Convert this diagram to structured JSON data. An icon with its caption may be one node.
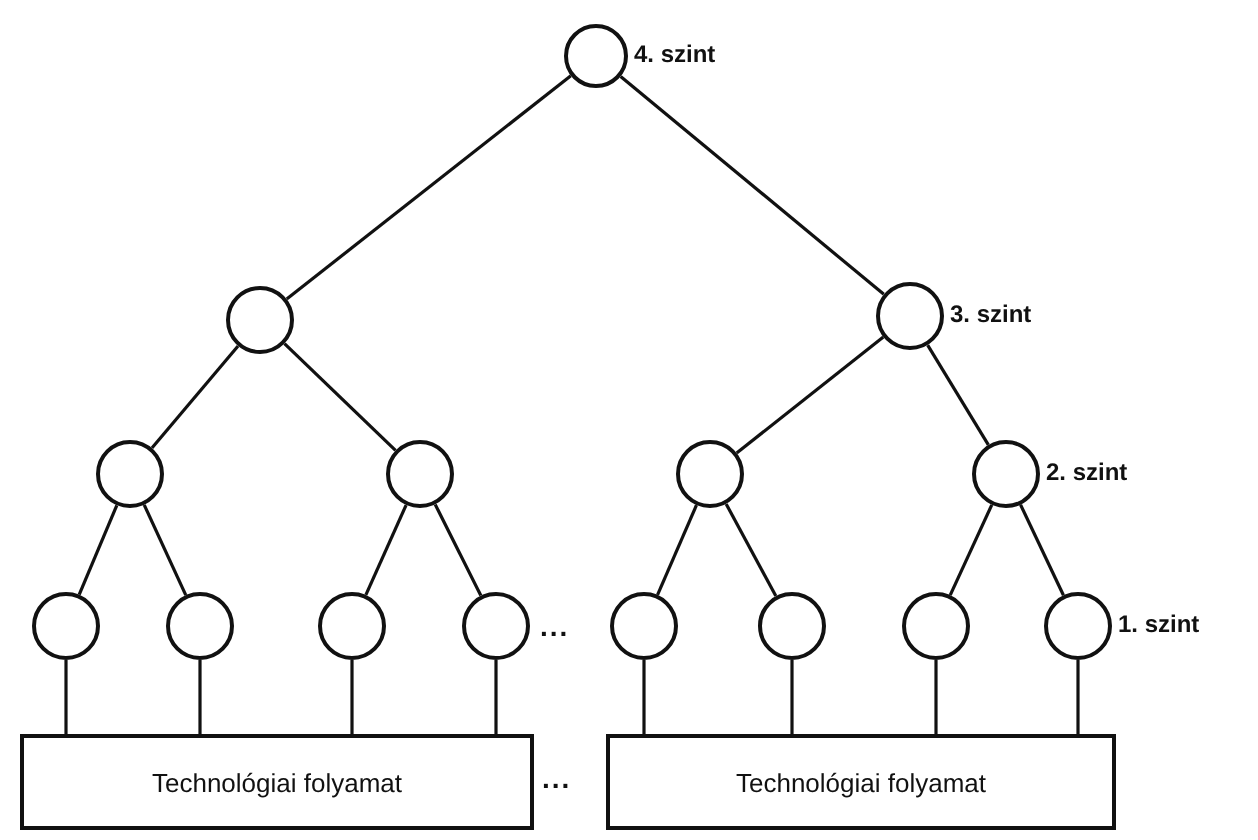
{
  "diagram": {
    "nodes": [
      {
        "text": [],
        "shape": "circle",
        "beside": [
          "4. szint"
        ]
      },
      {
        "text": [],
        "shape": "circle"
      },
      {
        "text": [],
        "shape": "circle",
        "beside": [
          "3. szint"
        ]
      },
      {
        "text": [],
        "shape": "circle"
      },
      {
        "text": [],
        "shape": "circle"
      },
      {
        "text": [],
        "shape": "circle"
      },
      {
        "text": [],
        "shape": "circle",
        "beside": [
          "2. szint"
        ]
      },
      {
        "text": [],
        "shape": "circle"
      },
      {
        "text": [],
        "shape": "circle"
      },
      {
        "text": [],
        "shape": "circle"
      },
      {
        "text": [],
        "shape": "circle"
      },
      {
        "text": [],
        "shape": "circle"
      },
      {
        "text": [],
        "shape": "circle"
      },
      {
        "text": [],
        "shape": "circle"
      },
      {
        "text": [],
        "shape": "circle",
        "beside": [
          "1. szint"
        ]
      },
      {
        "text": [
          "Technológiai folyamat"
        ]
      },
      {
        "text": [
          "Technológiai folyamat"
        ]
      }
    ],
    "edges": [
      {
        "from": 0,
        "to": 1,
        "arrow": "none"
      },
      {
        "from": 0,
        "to": 2,
        "arrow": "none"
      },
      {
        "from": 1,
        "to": 3,
        "arrow": "none"
      },
      {
        "from": 1,
        "to": 4,
        "arrow": "none"
      },
      {
        "from": 2,
        "to": 5,
        "arrow": "none"
      },
      {
        "from": 2,
        "to": 6,
        "arrow": "none"
      },
      {
        "from": 3,
        "to": 7,
        "arrow": "none"
      },
      {
        "from": 3,
        "to": 8,
        "arrow": "none"
      },
      {
        "from": 4,
        "to": 9,
        "arrow": "none"
      },
      {
        "from": 4,
        "to": 10,
        "arrow": "none"
      },
      {
        "from": 5,
        "to": 11,
        "arrow": "none"
      },
      {
        "from": 5,
        "to": 12,
        "arrow": "none"
      },
      {
        "from": 6,
        "to": 13,
        "arrow": "none"
      },
      {
        "from": 6,
        "to": 14,
        "arrow": "none"
      },
      {
        "from": 7,
        "to": 15,
        "arrow": "none"
      },
      {
        "from": 8,
        "to": 15,
        "arrow": "none"
      },
      {
        "from": 9,
        "to": 15,
        "arrow": "none"
      },
      {
        "from": 10,
        "to": 15,
        "arrow": "none"
      },
      {
        "from": 11,
        "to": 16,
        "arrow": "none"
      },
      {
        "from": 12,
        "to": 16,
        "arrow": "none"
      },
      {
        "from": 13,
        "to": 16,
        "arrow": "none"
      },
      {
        "from": 14,
        "to": 16,
        "arrow": "none"
      }
    ],
    "labels": [
      "...",
      "..."
    ]
  }
}
